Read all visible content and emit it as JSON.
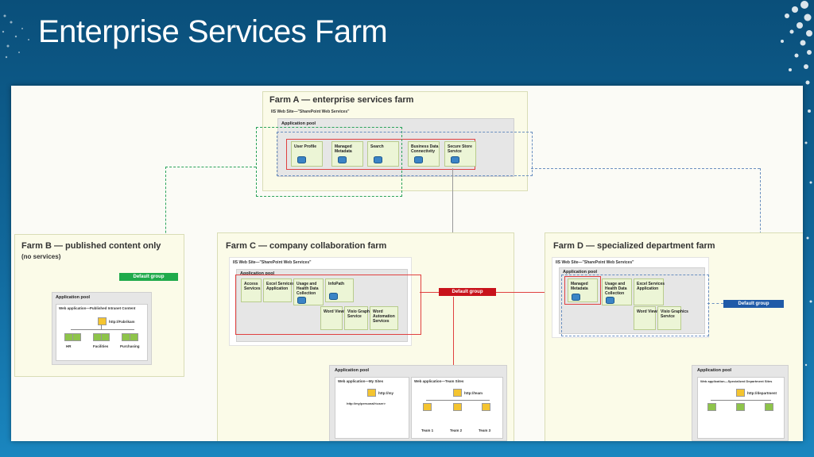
{
  "slide": {
    "title": "Enterprise Services Farm"
  },
  "farm_a": {
    "title": "Farm A — enterprise services farm",
    "iis": "IIS Web Site—\"SharePoint Web Services\"",
    "pool": "Application pool",
    "services": [
      "User Profile",
      "Managed Metadata",
      "Search",
      "Business Data Connectivity",
      "Secure Store Service"
    ]
  },
  "farm_b": {
    "title": "Farm B — published content only",
    "subtitle": "(no services)",
    "group": "Default group",
    "pool": "Application pool",
    "webapp": "Web application—Published Intranet Content",
    "url": "http://Fabrikam",
    "sites": [
      "HR",
      "Facilities",
      "Purchasing"
    ]
  },
  "farm_c": {
    "title": "Farm C — company collaboration farm",
    "iis": "IIS Web Site—\"SharePoint Web Services\"",
    "pool": "Application pool",
    "services_row1": [
      "Access Services",
      "Excel Services Application",
      "Usage and Health Data Collection",
      "InfoPath"
    ],
    "services_row2": [
      "Word Viewing",
      "Visio Graphics Service",
      "Word Automation Services"
    ],
    "group": "Default group",
    "pool2": "Application pool",
    "webapp_my": "Web application—My Sites",
    "url_my": "http://my",
    "url_personal": "http://my/personal/<user>",
    "webapp_team": "Web application—Team Sites",
    "url_team": "http://team",
    "teams": [
      "Team 1",
      "Team 2",
      "Team 3"
    ]
  },
  "farm_d": {
    "title": "Farm D — specialized department farm",
    "iis": "IIS Web Site—\"SharePoint Web Services\"",
    "pool": "Application pool",
    "services_row1": [
      "Managed Metadata",
      "Usage and Health Data Collection",
      "Excel Services Application"
    ],
    "services_row2": [
      "Word Viewing",
      "Visio Graphics Service"
    ],
    "group": "Default group",
    "pool2": "Application pool",
    "webapp": "Web application—Specialized Department Sites",
    "url": "http://department"
  },
  "colors": {
    "green": "#1faa4b",
    "red": "#c8121b",
    "blue": "#1f5aa8"
  }
}
